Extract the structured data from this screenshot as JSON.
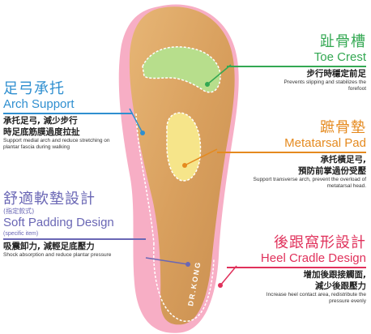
{
  "colors": {
    "green": "#33a852",
    "orange": "#e58a1f",
    "blue": "#2f8fd0",
    "purple": "#6a67b5",
    "red": "#e0315b",
    "cork": "#dba563",
    "pink": "#f5a9c0"
  },
  "insole_brand": "DR.KONG",
  "toe_crest": {
    "zh_title": "趾骨槽",
    "en_title": "Toe Crest",
    "zh_desc": "步行時穩定前足",
    "en_desc": "Prevents slipping and stabilizes the forefoot"
  },
  "metatarsal_pad": {
    "zh_title": "蹠骨墊",
    "en_title": "Metatarsal Pad",
    "zh_desc": "承托橫足弓,\n預防前掌過份受壓",
    "en_desc": "Support transverse arch, prevent the overload of metatarsal head."
  },
  "arch_support": {
    "zh_title": "足弓承托",
    "en_title": "Arch Support",
    "zh_desc": "承托足弓, 減少步行\n時足底筋膜過度拉扯",
    "en_desc": "Support medial arch and reduce stretching on plantar fascia during walking"
  },
  "soft_padding": {
    "zh_title": "舒適軟墊設計",
    "zh_sub": "(指定款式)",
    "en_title": "Soft Padding Design",
    "en_sub": "(specific item)",
    "zh_desc": "吸震卸力, 減輕足底壓力",
    "en_desc": "Shock absorption and reduce plantar pressure"
  },
  "heel_cradle": {
    "zh_title": "後跟窩形設計",
    "en_title": "Heel Cradle Design",
    "zh_desc": "增加後跟接觸面,\n減少後跟壓力",
    "en_desc": "Increase heel contact area, redistribute the pressure evenly"
  }
}
